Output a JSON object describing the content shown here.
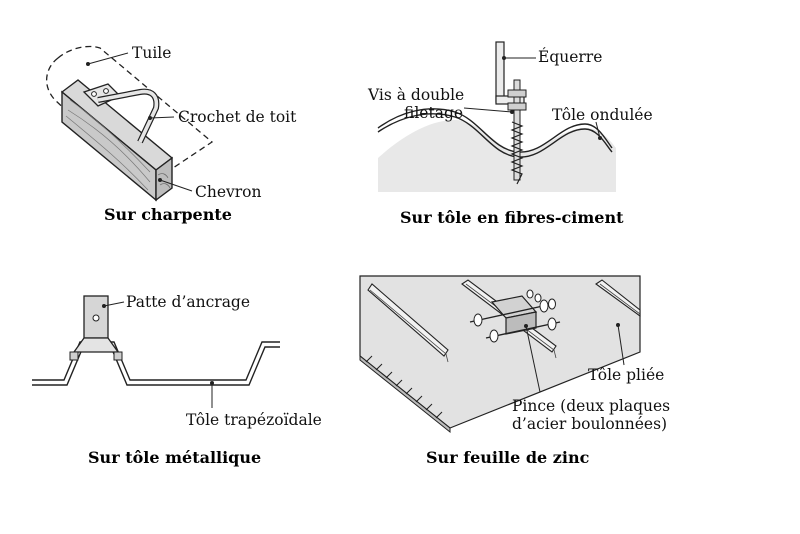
{
  "panels": [
    {
      "caption": "Sur charpente",
      "labels": {
        "tile": "Tuile",
        "hook": "Crochet de toit",
        "rafter": "Chevron"
      }
    },
    {
      "caption": "Sur tôle en fibres-ciment",
      "labels": {
        "bracket": "Équerre",
        "screw_line1": "Vis à double",
        "screw_line2": "filetage",
        "sheet": "Tôle ondulée"
      }
    },
    {
      "caption": "Sur tôle métallique",
      "labels": {
        "anchor": "Patte d’ancrage",
        "sheet": "Tôle trapézoïdale"
      }
    },
    {
      "caption": "Sur feuille de zinc",
      "labels": {
        "sheet": "Tôle pliée",
        "clamp_line1": "Pince (deux plaques",
        "clamp_line2": "d’acier boulonnées)"
      }
    }
  ],
  "colors": {
    "ink": "#1a1a1a",
    "ground": "#e8e8e8",
    "sheet": "#dcdcdc",
    "metal": "#cfcfcf"
  }
}
